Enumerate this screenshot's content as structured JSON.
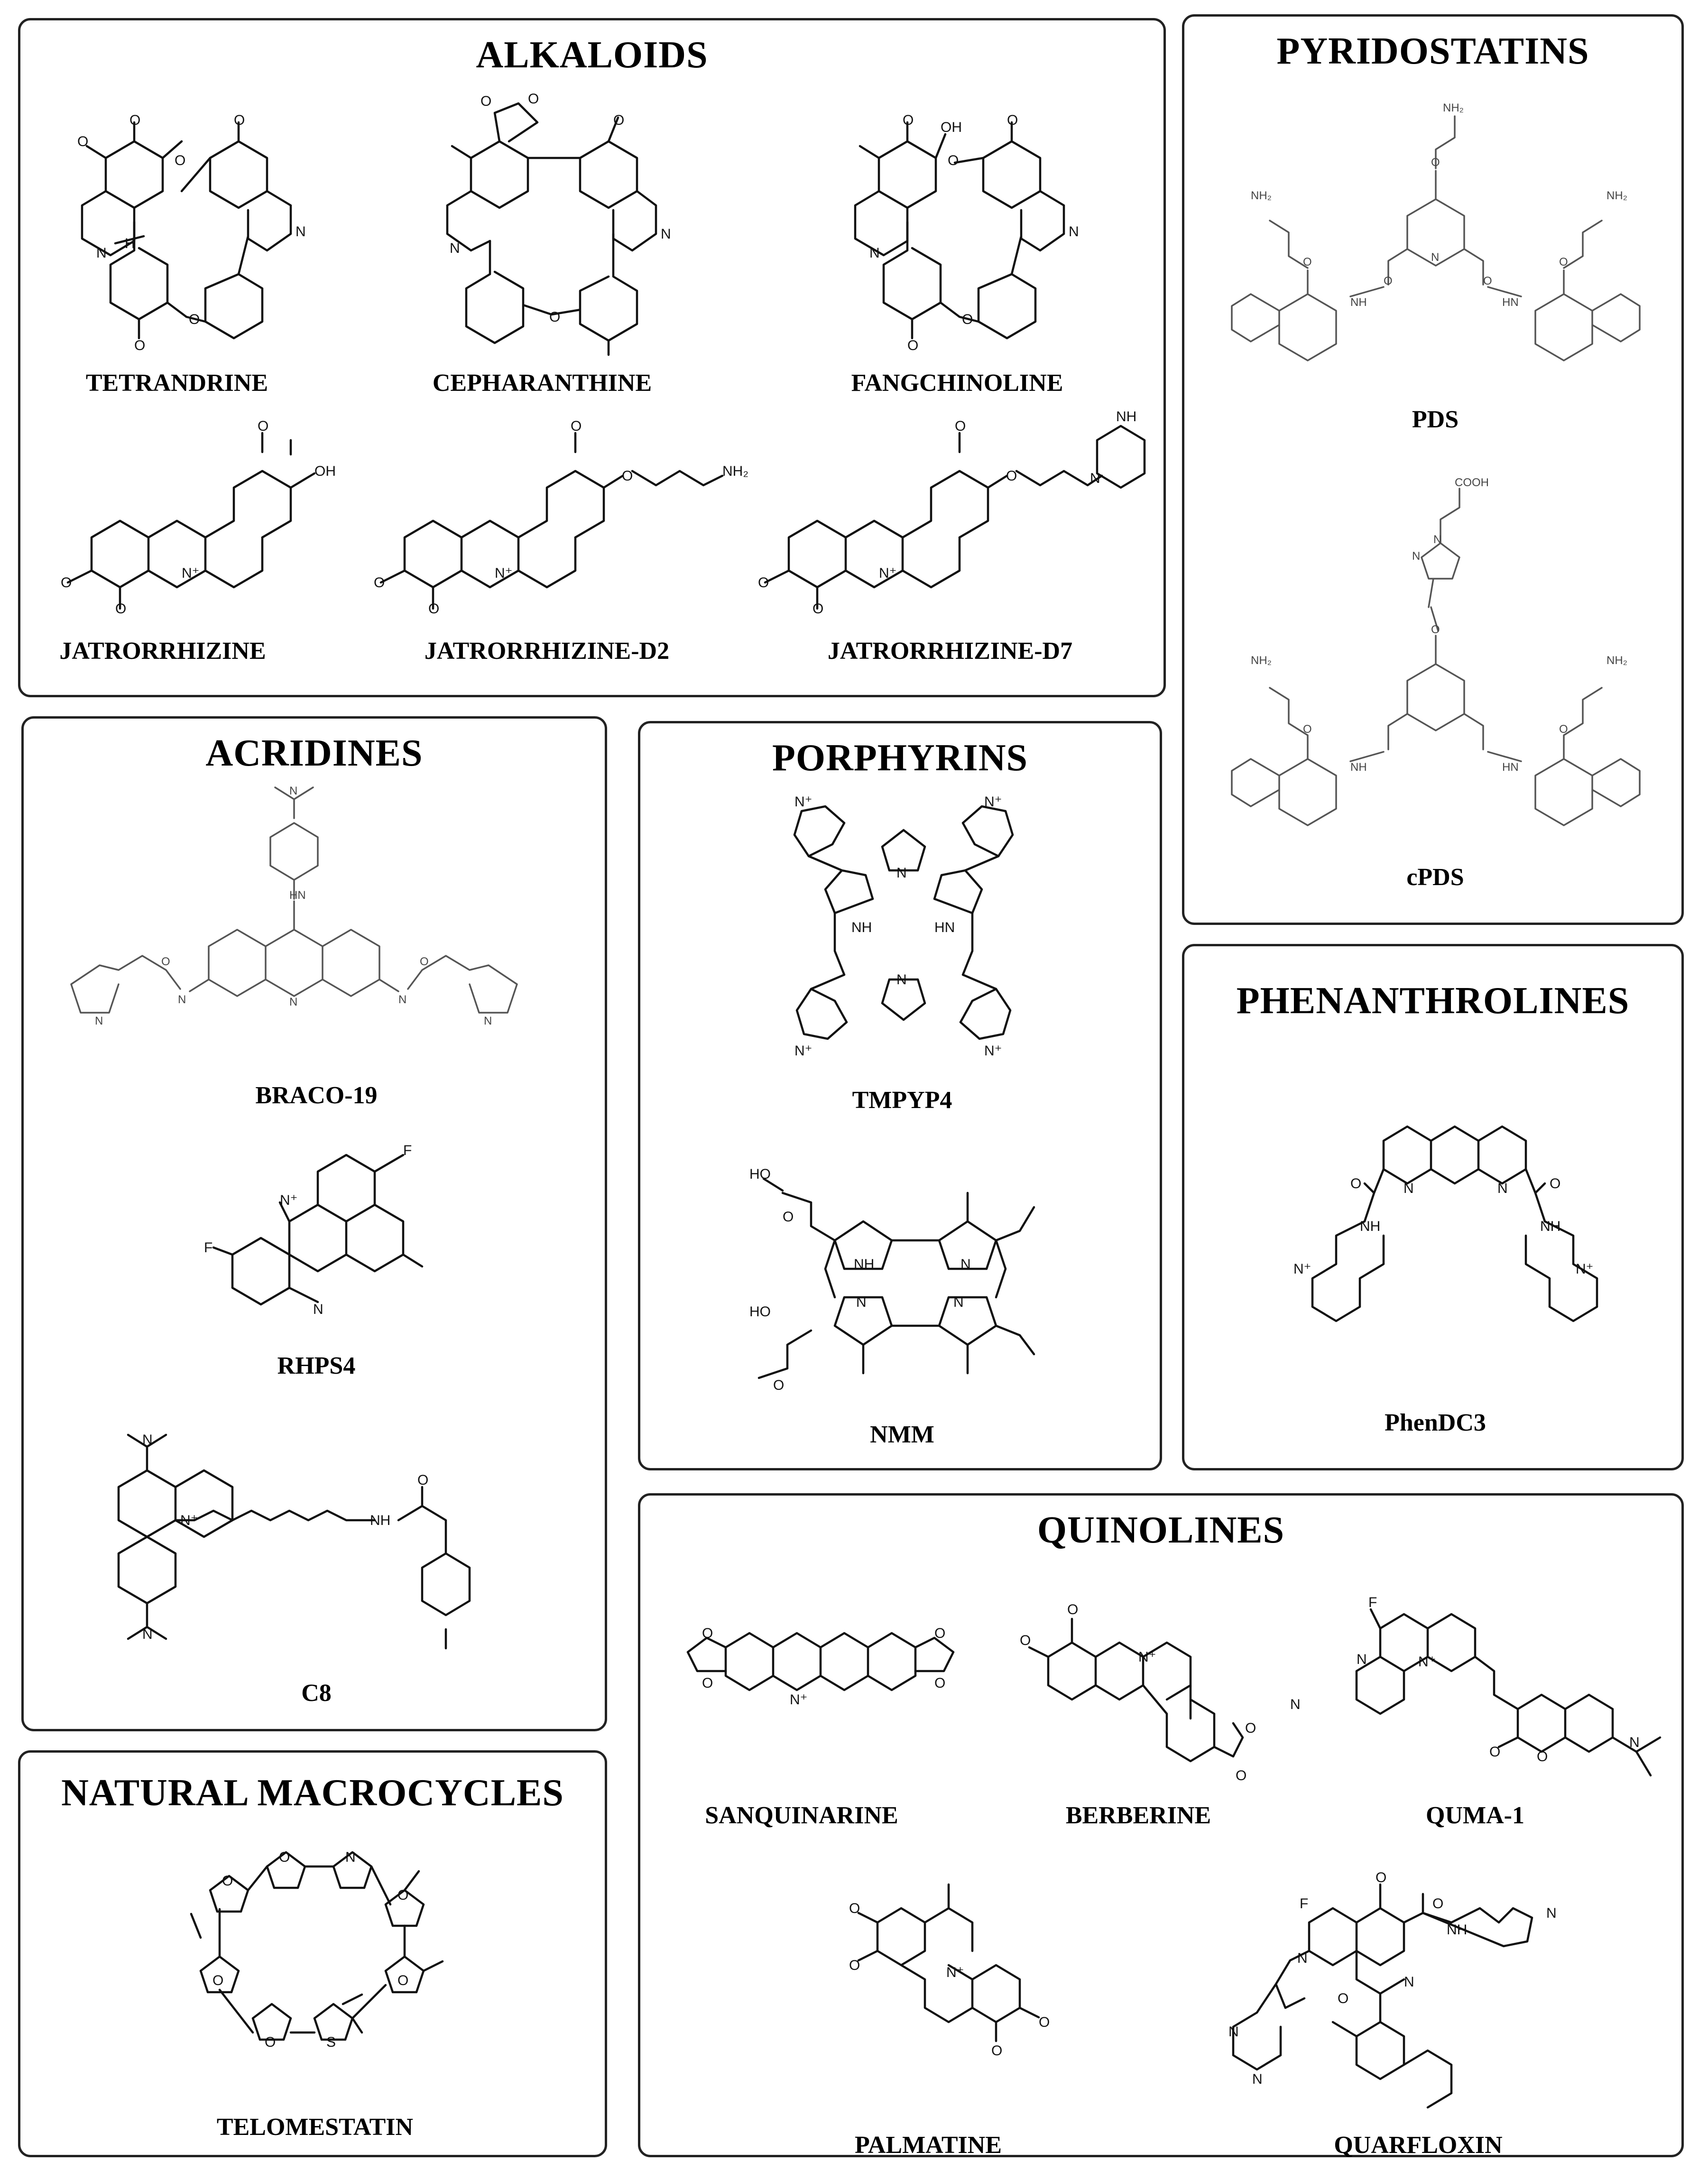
{
  "panels": {
    "alkaloids": {
      "title": "ALKALOIDS",
      "compounds": [
        "TETRANDRINE",
        "CEPHARANTHINE",
        "FANGCHINOLINE",
        "JATRORRHIZINE",
        "JATRORRHIZINE-D2",
        "JATRORRHIZINE-D7"
      ]
    },
    "pyridostatins": {
      "title": "PYRIDOSTATINS",
      "compounds": [
        "PDS",
        "cPDS"
      ]
    },
    "acridines": {
      "title": "ACRIDINES",
      "compounds": [
        "BRACO-19",
        "RHPS4",
        "C8"
      ]
    },
    "porphyrins": {
      "title": "PORPHYRINS",
      "compounds": [
        "TMPYP4",
        "NMM"
      ]
    },
    "phenanthrolines": {
      "title": "PHENANTHROLINES",
      "compounds": [
        "PhenDC3"
      ]
    },
    "quinolines": {
      "title": "QUINOLINES",
      "compounds": [
        "SANQUINARINE",
        "BERBERINE",
        "QUMA-1",
        "PALMATINE",
        "QUARFLOXIN"
      ]
    },
    "macrocycles": {
      "title": "NATURAL MACROCYCLES",
      "compounds": [
        "TELOMESTATIN"
      ]
    }
  },
  "atoms": {
    "O": "O",
    "N": "N",
    "NH": "NH",
    "HN": "HN",
    "H": "H",
    "OH": "OH",
    "F": "F",
    "S": "S",
    "NH2": "NH₂",
    "Nplus": "N⁺",
    "COOH": "COOH",
    "HO": "HO"
  }
}
